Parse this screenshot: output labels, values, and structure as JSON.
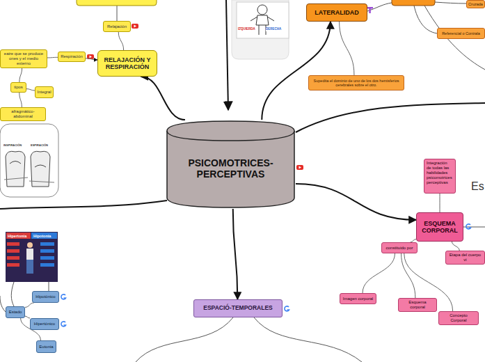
{
  "diagram": {
    "nodes": [
      {
        "text": [
          "PSICOMOTRICES- PERCEPTIVAS"
        ]
      },
      {
        "text": [
          "RELAJACIÓN Y RESPIRACIÓN"
        ]
      },
      {
        "text": [
          "Relajación"
        ]
      },
      {
        "text": [
          "Respiración"
        ]
      },
      {
        "text": [
          "eaire que se produce ones y el medio externo"
        ]
      },
      {
        "text": [
          "tipos"
        ]
      },
      {
        "text": [
          "Integral"
        ]
      },
      {
        "text": [
          "afragmático-abdominal"
        ]
      },
      {
        "text": [
          "LATERALIDAD"
        ]
      },
      {
        "text": [
          "Cruzada"
        ]
      },
      {
        "text": [
          "Referencial o Contrala"
        ]
      },
      {
        "text": [
          "Supedita el dominio de uno de los dos hemisferios cerebrales sobre el otro."
        ]
      },
      {
        "text": [
          "Integración de todas las habilidades psicomotrices perceptivas"
        ]
      },
      {
        "text": [
          "ESQUEMA CORPORAL"
        ]
      },
      {
        "text": [
          "constituido por"
        ]
      },
      {
        "text": [
          "Etapa del cuerpo vi"
        ]
      },
      {
        "text": [
          "Imagen corporal"
        ]
      },
      {
        "text": [
          "Esquema corporal"
        ]
      },
      {
        "text": [
          "Concepto Corporal"
        ]
      },
      {
        "text": [
          "ESPACIÓ-TEMPORALES"
        ]
      },
      {
        "text": [
          "Hipotónico"
        ]
      },
      {
        "text": [
          "Estado"
        ]
      },
      {
        "text": [
          "Hipertónico"
        ]
      },
      {
        "text": [
          "Eutonia"
        ]
      }
    ],
    "edges": [
      {
        "from": 0,
        "to": 1,
        "arrow": "to"
      },
      {
        "from": 0,
        "to": 8,
        "arrow": "to"
      },
      {
        "from": 0,
        "to": 13,
        "arrow": "to"
      },
      {
        "from": 0,
        "to": 19,
        "arrow": "to"
      },
      {
        "from": 1,
        "to": 2,
        "arrow": "none"
      },
      {
        "from": 3,
        "to": 1,
        "arrow": "to"
      },
      {
        "from": 3,
        "to": 4,
        "arrow": "none"
      },
      {
        "from": 4,
        "to": 5,
        "arrow": "none"
      },
      {
        "from": 5,
        "to": 6,
        "arrow": "none"
      },
      {
        "from": 5,
        "to": 7,
        "arrow": "none"
      },
      {
        "from": 8,
        "to": 11,
        "arrow": "none"
      },
      {
        "from": 13,
        "to": 12,
        "arrow": "none"
      },
      {
        "from": 13,
        "to": 14,
        "arrow": "none"
      },
      {
        "from": 14,
        "to": 16,
        "arrow": "none"
      },
      {
        "from": 14,
        "to": 17,
        "arrow": "none"
      },
      {
        "from": 14,
        "to": 18,
        "arrow": "none"
      },
      {
        "from": 13,
        "to": 15,
        "arrow": "none"
      },
      {
        "from": 21,
        "to": 20,
        "arrow": "none"
      },
      {
        "from": 21,
        "to": 22,
        "arrow": "none"
      },
      {
        "from": 21,
        "to": 23,
        "arrow": "none"
      }
    ],
    "labels": [
      "INSPIRACIÓN",
      "ESPIRACIÓN",
      "IZQUIERDA",
      "DERECHA",
      "Hipertonía",
      "Hipotonía",
      "Es"
    ]
  }
}
